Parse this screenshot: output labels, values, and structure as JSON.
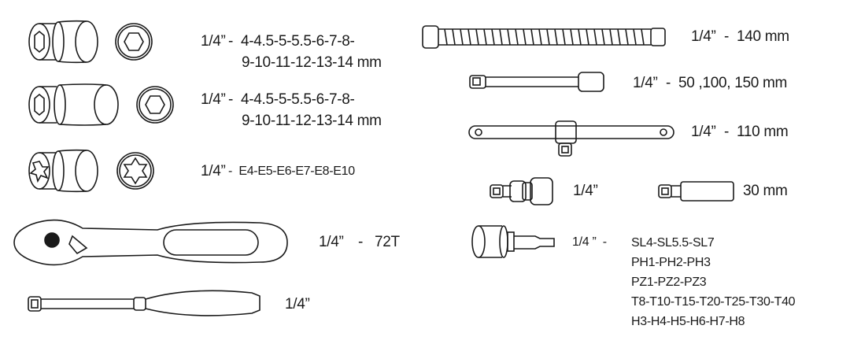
{
  "items": {
    "sockets_6pt": {
      "drive": "1/4”",
      "sizes_line1": "-  4-4.5-5-5.5-6-7-8-",
      "sizes_line2": "9-10-11-12-13-14 mm"
    },
    "sockets_deep": {
      "drive": "1/4”",
      "sizes_line1": "-  4-4.5-5-5.5-6-7-8-",
      "sizes_line2": "9-10-11-12-13-14 mm"
    },
    "sockets_torx": {
      "drive": "1/4”",
      "sizes": "-  E4-E5-E6-E7-E8-E10"
    },
    "ratchet": {
      "drive": "1/4”",
      "spec": "-   72T"
    },
    "spinner_handle": {
      "drive": "1/4”"
    },
    "flex_extension": {
      "drive": "1/4”",
      "spec": "-  140 mm"
    },
    "extensions": {
      "drive": "1/4”",
      "spec": "-  50 ,100, 150 mm"
    },
    "t_handle": {
      "drive": "1/4”",
      "spec": "-  110 mm"
    },
    "universal_joint": {
      "drive": "1/4”"
    },
    "adapter": {
      "spec": "30 mm"
    },
    "bit_holder": {
      "drive": "1/4 ”  -",
      "bits": [
        "SL4-SL5.5-SL7",
        "PH1-PH2-PH3",
        "PZ1-PZ2-PZ3",
        "T8-T10-T15-T20-T25-T30-T40",
        "H3-H4-H5-H6-H7-H8"
      ]
    }
  }
}
